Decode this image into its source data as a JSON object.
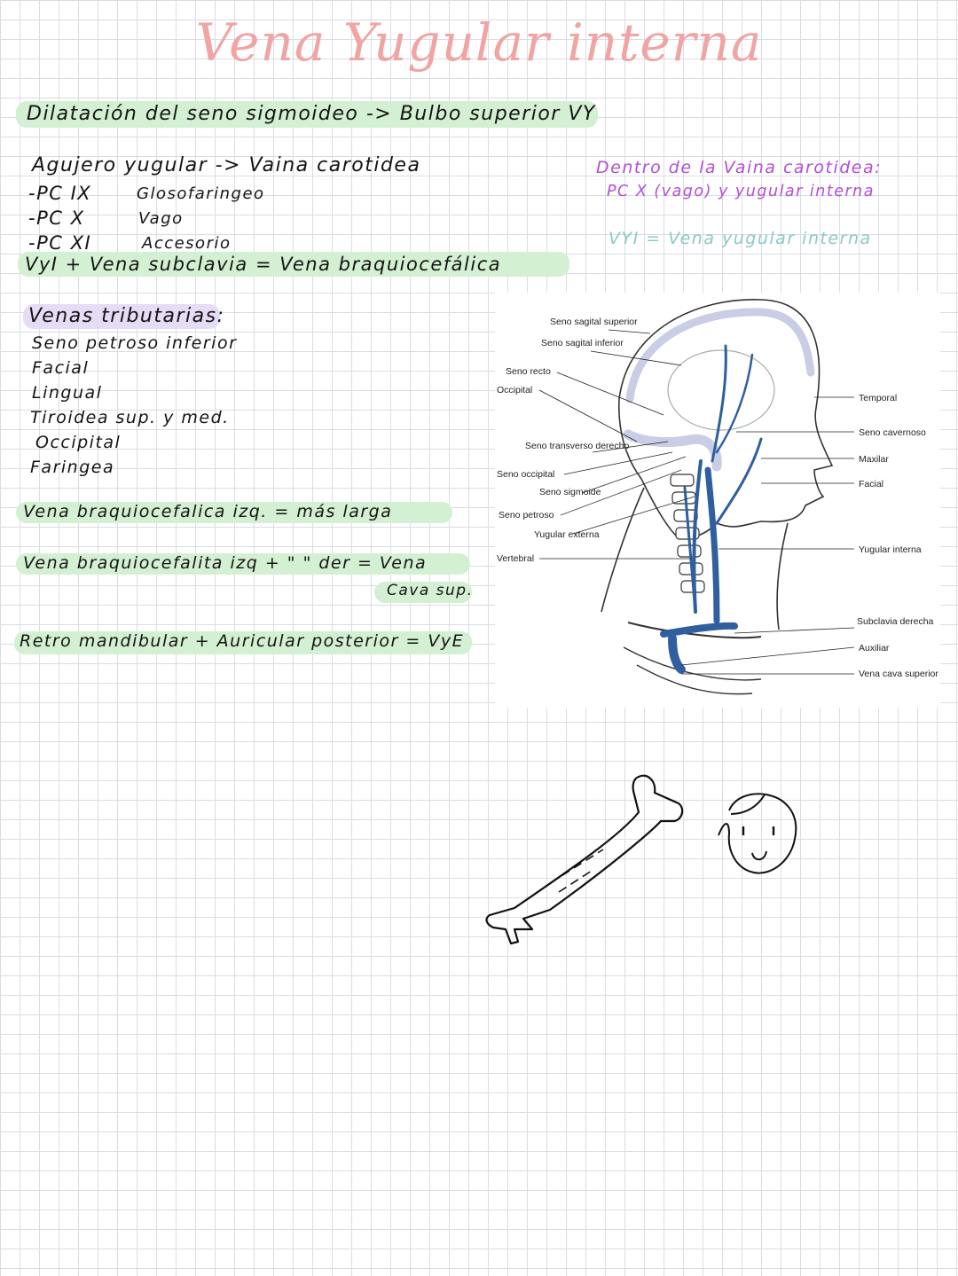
{
  "title": "Vena Yugular interna",
  "notes": {
    "line1": "Dilatación del seno sigmoideo -> Bulbo superior VY",
    "foramen": {
      "heading": "Agujero yugular -> Vaina carotidea",
      "nerves": [
        {
          "code": "-PC IX",
          "name": "Glosofaringeo"
        },
        {
          "code": "-PC X",
          "name": "Vago"
        },
        {
          "code": "-PC XI",
          "name": "Accesorio"
        }
      ]
    },
    "brachio_eq": "VyI + Vena subclavia = Vena braquiocefálica",
    "sheath": {
      "line1": "Dentro de la Vaina carotidea:",
      "line2": "PC X (vago) y yugular interna"
    },
    "abbrev": "VYI = Vena yugular interna",
    "tributaries": {
      "heading": "Venas tributarias:",
      "items": [
        "Seno petroso inferior",
        "Facial",
        "Lingual",
        "Tiroidea sup. y med.",
        "Occipital",
        "Faringea"
      ]
    },
    "left_longer": "Vena braquiocefalica izq. = más larga",
    "svc": {
      "part1": "Vena braquiocefalita izq + \"  \" der = Vena",
      "part2": "Cava sup."
    },
    "vye": "Retro mandibular + Auricular posterior = VyE"
  },
  "diagram": {
    "labels_left": [
      "Seno sagital superior",
      "Seno sagital inferior",
      "Seno recto",
      "Occipital",
      "Seno transverso derecho",
      "Seno occipital",
      "Seno sigmoide",
      "Seno petroso",
      "Yugular externa",
      "Vertebral"
    ],
    "labels_right": [
      "Temporal",
      "Seno cavernoso",
      "Maxilar",
      "Facial",
      "Yugular interna",
      "Subclavia derecha",
      "Auxiliar",
      "Vena cava superior"
    ],
    "vein_color": "#2f5f9e",
    "sinus_color": "#c9cde6"
  },
  "colors": {
    "title": "#f0a4a4",
    "highlight_green": "#d4f0d2",
    "highlight_purple": "#e6dcf6",
    "purple_ink": "#b34ed6",
    "teal_ink": "#8ac9c5"
  }
}
